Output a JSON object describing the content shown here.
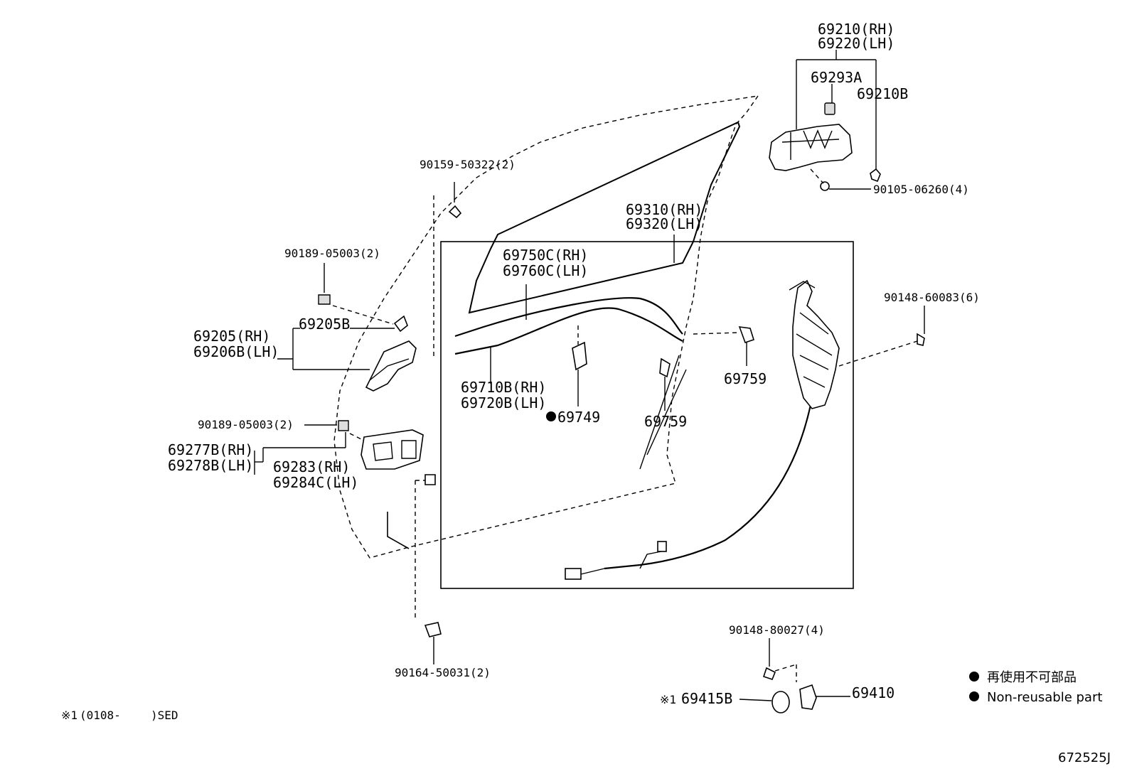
{
  "labels": {
    "p69210_rh": "69210(RH)",
    "p69220_lh": "69220(LH)",
    "p69293a": "69293A",
    "p69210b": "69210B",
    "p90105": "90105-06260(4)",
    "p90159": "90159-50322(2)",
    "p69310_rh": "69310(RH)",
    "p69320_lh": "69320(LH)",
    "p69750c_rh": "69750C(RH)",
    "p69760c_lh": "69760C(LH)",
    "p90148_60083": "90148-60083(6)",
    "p90189_top": "90189-05003(2)",
    "p69205b": "69205B",
    "p69205_rh": "69205(RH)",
    "p69206b_lh": "69206B(LH)",
    "p69710b_rh": "69710B(RH)",
    "p69720b_lh": "69720B(LH)",
    "p69749": "69749",
    "p69759_right": "69759",
    "p69759_mid": "69759",
    "p90189_mid": "90189-05003(2)",
    "p69277b_rh": "69277B(RH)",
    "p69278b_lh": "69278B(LH)",
    "p69283_rh": "69283(RH)",
    "p69284c_lh": "69284C(LH)",
    "p90164": "90164-50031(2)",
    "p90148_80027": "90148-80027(4)",
    "p69415b": "69415B",
    "p69415b_prefix": "※1",
    "p69410": "69410"
  },
  "legend": {
    "jp": "再使用不可部品",
    "en": "Non-reusable part"
  },
  "footnote": {
    "mark": "※1",
    "range": "(0108-",
    "model": ")SED"
  },
  "diagram_id": "672525J"
}
